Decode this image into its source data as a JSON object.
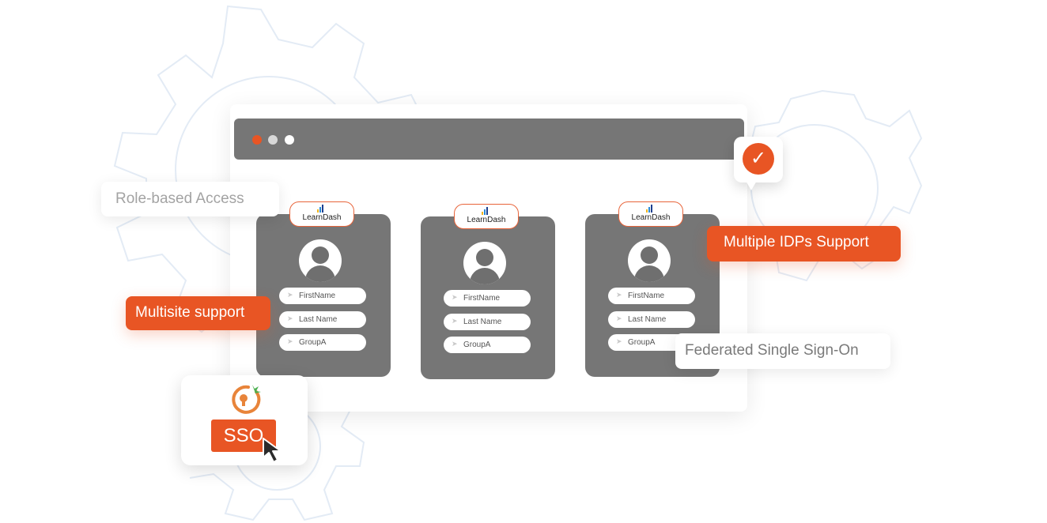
{
  "window": {
    "dots": [
      {
        "name": "close-dot",
        "color": "#e85524"
      },
      {
        "name": "minimize-dot",
        "color": "#d8d8d8"
      },
      {
        "name": "maximize-dot",
        "color": "#ffffff"
      }
    ]
  },
  "cards": [
    {
      "logo": "LearnDash",
      "fields": [
        "FirstName",
        "Last Name",
        "GroupA"
      ]
    },
    {
      "logo": "LearnDash",
      "fields": [
        "FirstName",
        "Last Name",
        "GroupA"
      ]
    },
    {
      "logo": "LearnDash",
      "fields": [
        "FirstName",
        "Last Name",
        "GroupA"
      ]
    }
  ],
  "labels": {
    "role_based": "Role-based Access",
    "multisite": "Multisite support",
    "multiple_idps": "Multiple IDPs Support",
    "federated": "Federated Single Sign-On"
  },
  "sso": {
    "button": "SSO"
  },
  "colors": {
    "accent": "#e85524",
    "panel_gray": "#767676",
    "gear_outline": "#e3ebf5"
  },
  "icons": {
    "check": "check-icon",
    "lock": "lock-icon",
    "cursor": "cursor-icon",
    "user": "user-icon"
  }
}
